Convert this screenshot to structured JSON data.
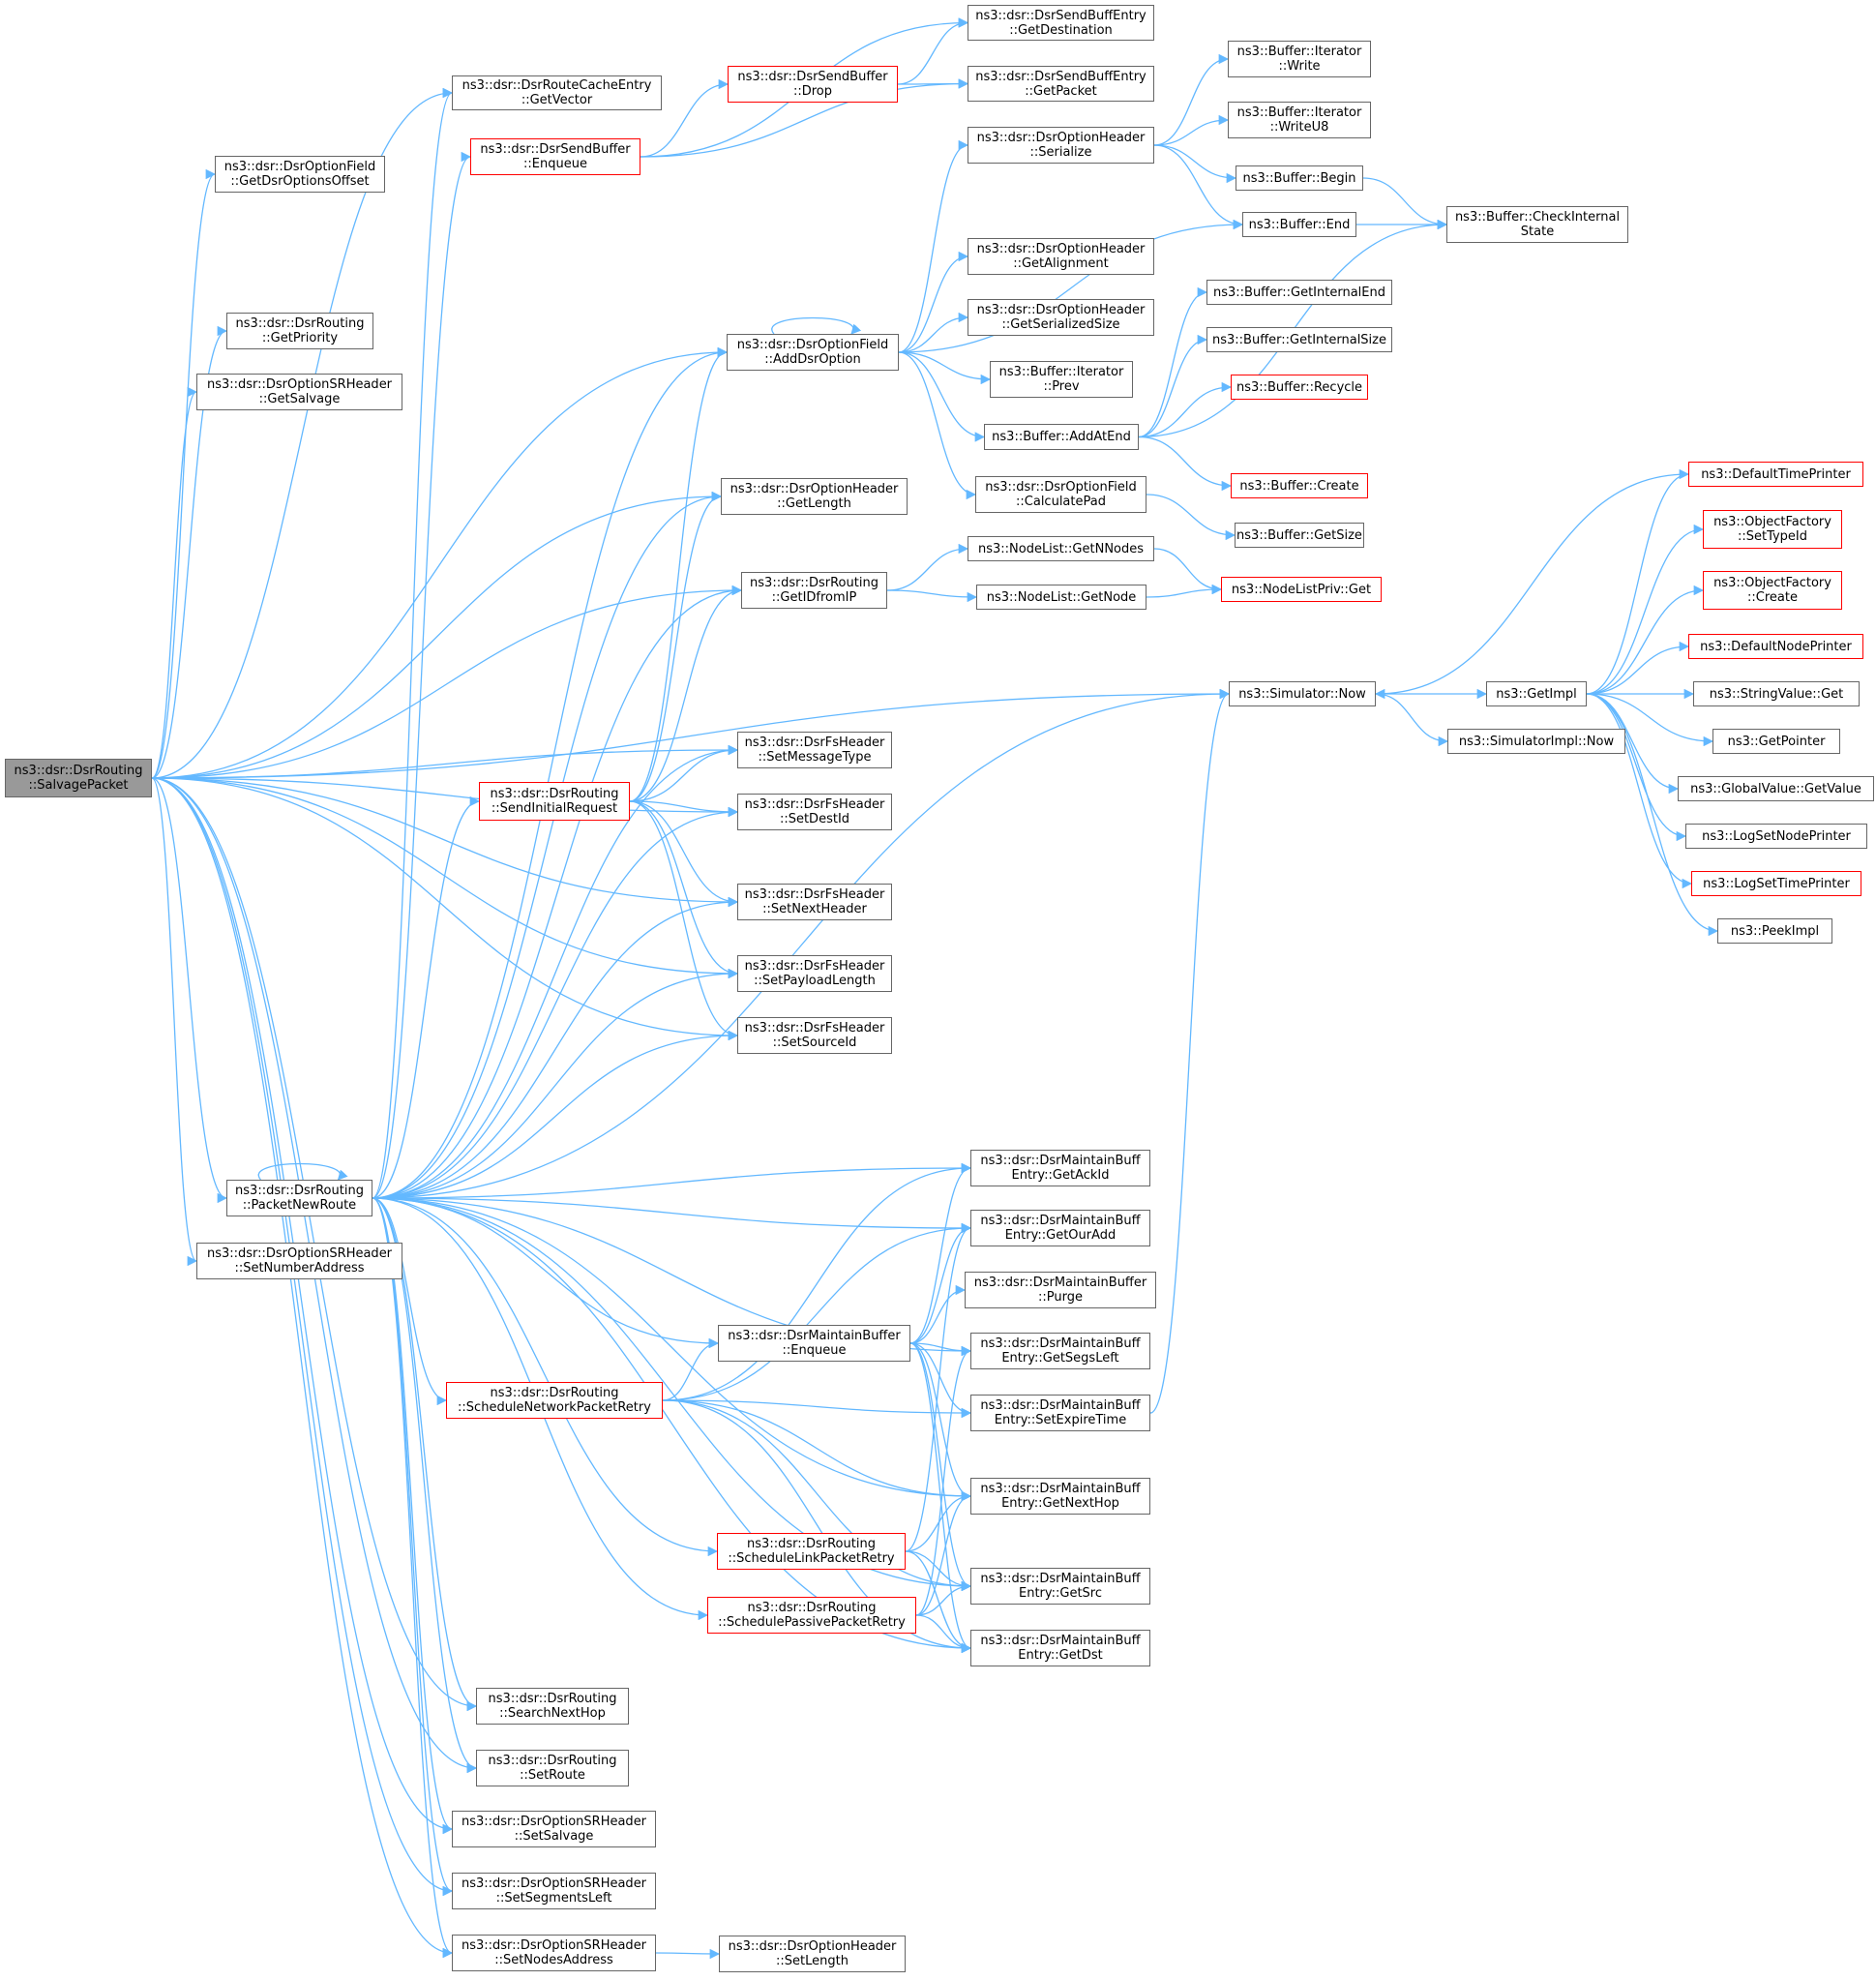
{
  "colors": {
    "edge": "#63b8ff",
    "node_border": "#666666",
    "red_border": "#ff0000",
    "root_fill": "#999999"
  },
  "nodes": [
    {
      "id": "salvage",
      "lines": [
        "ns3::dsr::DsrRouting",
        "::SalvagePacket"
      ],
      "root": true
    },
    {
      "id": "getvector",
      "lines": [
        "ns3::dsr::DsrRouteCacheEntry",
        "::GetVector"
      ]
    },
    {
      "id": "getdsroptoffset",
      "lines": [
        "ns3::dsr::DsrOptionField",
        "::GetDsrOptionsOffset"
      ]
    },
    {
      "id": "getpriority",
      "lines": [
        "ns3::dsr::DsrRouting",
        "::GetPriority"
      ]
    },
    {
      "id": "getsalvage",
      "lines": [
        "ns3::dsr::DsrOptionSRHeader",
        "::GetSalvage"
      ]
    },
    {
      "id": "packetnewroute",
      "lines": [
        "ns3::dsr::DsrRouting",
        "::PacketNewRoute"
      ]
    },
    {
      "id": "setnumberaddress",
      "lines": [
        "ns3::dsr::DsrOptionSRHeader",
        "::SetNumberAddress"
      ]
    },
    {
      "id": "sendbufenqueue",
      "lines": [
        "ns3::dsr::DsrSendBuffer",
        "::Enqueue"
      ],
      "red": true
    },
    {
      "id": "sendbufdrop",
      "lines": [
        "ns3::dsr::DsrSendBuffer",
        "::Drop"
      ],
      "red": true
    },
    {
      "id": "sbe_getdest",
      "lines": [
        "ns3::dsr::DsrSendBuffEntry",
        "::GetDestination"
      ]
    },
    {
      "id": "sbe_getpacket",
      "lines": [
        "ns3::dsr::DsrSendBuffEntry",
        "::GetPacket"
      ]
    },
    {
      "id": "adddsroption",
      "lines": [
        "ns3::dsr::DsrOptionField",
        "::AddDsrOption"
      ]
    },
    {
      "id": "ohdr_serialize",
      "lines": [
        "ns3::dsr::DsrOptionHeader",
        "::Serialize"
      ]
    },
    {
      "id": "ohdr_getalign",
      "lines": [
        "ns3::dsr::DsrOptionHeader",
        "::GetAlignment"
      ]
    },
    {
      "id": "ohdr_getsersize",
      "lines": [
        "ns3::dsr::DsrOptionHeader",
        "::GetSerializedSize"
      ]
    },
    {
      "id": "iter_prev",
      "lines": [
        "ns3::Buffer::Iterator",
        "::Prev"
      ]
    },
    {
      "id": "addatend",
      "lines": [
        "ns3::Buffer::AddAtEnd"
      ]
    },
    {
      "id": "calcpad",
      "lines": [
        "ns3::dsr::DsrOptionField",
        "::CalculatePad"
      ]
    },
    {
      "id": "iter_write",
      "lines": [
        "ns3::Buffer::Iterator",
        "::Write"
      ]
    },
    {
      "id": "iter_writeu8",
      "lines": [
        "ns3::Buffer::Iterator",
        "::WriteU8"
      ]
    },
    {
      "id": "buf_begin",
      "lines": [
        "ns3::Buffer::Begin"
      ]
    },
    {
      "id": "buf_end",
      "lines": [
        "ns3::Buffer::End"
      ]
    },
    {
      "id": "checkinternal",
      "lines": [
        "ns3::Buffer::CheckInternal",
        "State"
      ]
    },
    {
      "id": "getinternalend",
      "lines": [
        "ns3::Buffer::GetInternalEnd"
      ]
    },
    {
      "id": "getinternalsize",
      "lines": [
        "ns3::Buffer::GetInternalSize"
      ]
    },
    {
      "id": "buf_recycle",
      "lines": [
        "ns3::Buffer::Recycle"
      ],
      "red": true
    },
    {
      "id": "buf_create",
      "lines": [
        "ns3::Buffer::Create"
      ],
      "red": true
    },
    {
      "id": "buf_getsize",
      "lines": [
        "ns3::Buffer::GetSize"
      ]
    },
    {
      "id": "ohdr_getlength",
      "lines": [
        "ns3::dsr::DsrOptionHeader",
        "::GetLength"
      ]
    },
    {
      "id": "getidfromip",
      "lines": [
        "ns3::dsr::DsrRouting",
        "::GetIDfromIP"
      ]
    },
    {
      "id": "nl_getnnodes",
      "lines": [
        "ns3::NodeList::GetNNodes"
      ]
    },
    {
      "id": "nl_getnode",
      "lines": [
        "ns3::NodeList::GetNode"
      ]
    },
    {
      "id": "nlp_get",
      "lines": [
        "ns3::NodeListPriv::Get"
      ],
      "red": true
    },
    {
      "id": "sim_now",
      "lines": [
        "ns3::Simulator::Now"
      ]
    },
    {
      "id": "getimpl",
      "lines": [
        "ns3::GetImpl"
      ]
    },
    {
      "id": "simimpl_now",
      "lines": [
        "ns3::SimulatorImpl::Now"
      ]
    },
    {
      "id": "deftimeprinter",
      "lines": [
        "ns3::DefaultTimePrinter"
      ],
      "red": true
    },
    {
      "id": "of_settypeid",
      "lines": [
        "ns3::ObjectFactory",
        "::SetTypeId"
      ],
      "red": true
    },
    {
      "id": "of_create",
      "lines": [
        "ns3::ObjectFactory",
        "::Create"
      ],
      "red": true
    },
    {
      "id": "defnodeprinter",
      "lines": [
        "ns3::DefaultNodePrinter"
      ],
      "red": true
    },
    {
      "id": "sv_get",
      "lines": [
        "ns3::StringValue::Get"
      ]
    },
    {
      "id": "getpointer",
      "lines": [
        "ns3::GetPointer"
      ]
    },
    {
      "id": "gv_getvalue",
      "lines": [
        "ns3::GlobalValue::GetValue"
      ]
    },
    {
      "id": "logsetnodeprinter",
      "lines": [
        "ns3::LogSetNodePrinter"
      ]
    },
    {
      "id": "logsettimeprinter",
      "lines": [
        "ns3::LogSetTimePrinter"
      ],
      "red": true
    },
    {
      "id": "peekimpl",
      "lines": [
        "ns3::PeekImpl"
      ]
    },
    {
      "id": "sendinitialrequest",
      "lines": [
        "ns3::dsr::DsrRouting",
        "::SendInitialRequest"
      ],
      "red": true
    },
    {
      "id": "fs_setmsgtype",
      "lines": [
        "ns3::dsr::DsrFsHeader",
        "::SetMessageType"
      ]
    },
    {
      "id": "fs_setdestid",
      "lines": [
        "ns3::dsr::DsrFsHeader",
        "::SetDestId"
      ]
    },
    {
      "id": "fs_setnexthdr",
      "lines": [
        "ns3::dsr::DsrFsHeader",
        "::SetNextHeader"
      ]
    },
    {
      "id": "fs_setpayload",
      "lines": [
        "ns3::dsr::DsrFsHeader",
        "::SetPayloadLength"
      ]
    },
    {
      "id": "fs_setsourceid",
      "lines": [
        "ns3::dsr::DsrFsHeader",
        "::SetSourceId"
      ]
    },
    {
      "id": "mbe_getackid",
      "lines": [
        "ns3::dsr::DsrMaintainBuff",
        "Entry::GetAckId"
      ]
    },
    {
      "id": "mbe_getouradd",
      "lines": [
        "ns3::dsr::DsrMaintainBuff",
        "Entry::GetOurAdd"
      ]
    },
    {
      "id": "mb_purge",
      "lines": [
        "ns3::dsr::DsrMaintainBuffer",
        "::Purge"
      ]
    },
    {
      "id": "mb_enqueue",
      "lines": [
        "ns3::dsr::DsrMaintainBuffer",
        "::Enqueue"
      ]
    },
    {
      "id": "mbe_getsegsleft",
      "lines": [
        "ns3::dsr::DsrMaintainBuff",
        "Entry::GetSegsLeft"
      ]
    },
    {
      "id": "mbe_setexpire",
      "lines": [
        "ns3::dsr::DsrMaintainBuff",
        "Entry::SetExpireTime"
      ]
    },
    {
      "id": "sched_network",
      "lines": [
        "ns3::dsr::DsrRouting",
        "::ScheduleNetworkPacketRetry"
      ],
      "red": true
    },
    {
      "id": "mbe_getnexthop",
      "lines": [
        "ns3::dsr::DsrMaintainBuff",
        "Entry::GetNextHop"
      ]
    },
    {
      "id": "sched_link",
      "lines": [
        "ns3::dsr::DsrRouting",
        "::ScheduleLinkPacketRetry"
      ],
      "red": true
    },
    {
      "id": "mbe_getsrc",
      "lines": [
        "ns3::dsr::DsrMaintainBuff",
        "Entry::GetSrc"
      ]
    },
    {
      "id": "sched_passive",
      "lines": [
        "ns3::dsr::DsrRouting",
        "::SchedulePassivePacketRetry"
      ],
      "red": true
    },
    {
      "id": "mbe_getdst",
      "lines": [
        "ns3::dsr::DsrMaintainBuff",
        "Entry::GetDst"
      ]
    },
    {
      "id": "searchnexthop",
      "lines": [
        "ns3::dsr::DsrRouting",
        "::SearchNextHop"
      ]
    },
    {
      "id": "setroute",
      "lines": [
        "ns3::dsr::DsrRouting",
        "::SetRoute"
      ]
    },
    {
      "id": "sr_setsalvage",
      "lines": [
        "ns3::dsr::DsrOptionSRHeader",
        "::SetSalvage"
      ]
    },
    {
      "id": "sr_setsegleft",
      "lines": [
        "ns3::dsr::DsrOptionSRHeader",
        "::SetSegmentsLeft"
      ]
    },
    {
      "id": "sr_setnodesaddr",
      "lines": [
        "ns3::dsr::DsrOptionSRHeader",
        "::SetNodesAddress"
      ]
    },
    {
      "id": "ohdr_setlength",
      "lines": [
        "ns3::dsr::DsrOptionHeader",
        "::SetLength"
      ]
    }
  ],
  "edges": [
    [
      "salvage",
      "getvector"
    ],
    [
      "salvage",
      "getdsroptoffset"
    ],
    [
      "salvage",
      "getpriority"
    ],
    [
      "salvage",
      "getsalvage"
    ],
    [
      "salvage",
      "adddsroption"
    ],
    [
      "salvage",
      "ohdr_getlength"
    ],
    [
      "salvage",
      "getidfromip"
    ],
    [
      "salvage",
      "sim_now"
    ],
    [
      "salvage",
      "fs_setmsgtype"
    ],
    [
      "salvage",
      "fs_setdestid"
    ],
    [
      "salvage",
      "fs_setnexthdr"
    ],
    [
      "salvage",
      "fs_setpayload"
    ],
    [
      "salvage",
      "fs_setsourceid"
    ],
    [
      "salvage",
      "packetnewroute"
    ],
    [
      "salvage",
      "setnumberaddress"
    ],
    [
      "salvage",
      "searchnexthop"
    ],
    [
      "salvage",
      "setroute"
    ],
    [
      "salvage",
      "sr_setsalvage"
    ],
    [
      "salvage",
      "sr_setsegleft"
    ],
    [
      "salvage",
      "sr_setnodesaddr"
    ],
    [
      "sendbufenqueue",
      "sendbufdrop"
    ],
    [
      "sendbufenqueue",
      "sbe_getdest"
    ],
    [
      "sendbufenqueue",
      "sbe_getpacket"
    ],
    [
      "sendbufdrop",
      "sbe_getdest"
    ],
    [
      "sendbufdrop",
      "sbe_getpacket"
    ],
    [
      "adddsroption",
      "adddsroption"
    ],
    [
      "adddsroption",
      "ohdr_serialize"
    ],
    [
      "adddsroption",
      "buf_end"
    ],
    [
      "adddsroption",
      "ohdr_getalign"
    ],
    [
      "adddsroption",
      "ohdr_getsersize"
    ],
    [
      "adddsroption",
      "iter_prev"
    ],
    [
      "adddsroption",
      "addatend"
    ],
    [
      "adddsroption",
      "calcpad"
    ],
    [
      "ohdr_serialize",
      "iter_write"
    ],
    [
      "ohdr_serialize",
      "iter_writeu8"
    ],
    [
      "ohdr_serialize",
      "buf_begin"
    ],
    [
      "ohdr_serialize",
      "buf_end"
    ],
    [
      "buf_begin",
      "checkinternal"
    ],
    [
      "buf_end",
      "checkinternal"
    ],
    [
      "addatend",
      "getinternalend"
    ],
    [
      "addatend",
      "getinternalsize"
    ],
    [
      "addatend",
      "buf_recycle"
    ],
    [
      "addatend",
      "buf_create"
    ],
    [
      "addatend",
      "checkinternal"
    ],
    [
      "calcpad",
      "buf_getsize"
    ],
    [
      "getidfromip",
      "nl_getnnodes"
    ],
    [
      "getidfromip",
      "nl_getnode"
    ],
    [
      "nl_getnnodes",
      "nlp_get"
    ],
    [
      "nl_getnode",
      "nlp_get"
    ],
    [
      "sim_now",
      "getimpl"
    ],
    [
      "sim_now",
      "simimpl_now"
    ],
    [
      "deftimeprinter",
      "sim_now"
    ],
    [
      "getimpl",
      "deftimeprinter"
    ],
    [
      "getimpl",
      "of_settypeid"
    ],
    [
      "getimpl",
      "of_create"
    ],
    [
      "getimpl",
      "defnodeprinter"
    ],
    [
      "getimpl",
      "sv_get"
    ],
    [
      "getimpl",
      "getpointer"
    ],
    [
      "getimpl",
      "gv_getvalue"
    ],
    [
      "getimpl",
      "logsetnodeprinter"
    ],
    [
      "getimpl",
      "logsettimeprinter"
    ],
    [
      "getimpl",
      "peekimpl"
    ],
    [
      "sendinitialrequest",
      "adddsroption"
    ],
    [
      "sendinitialrequest",
      "ohdr_getlength"
    ],
    [
      "sendinitialrequest",
      "getidfromip"
    ],
    [
      "sendinitialrequest",
      "fs_setmsgtype"
    ],
    [
      "sendinitialrequest",
      "fs_setdestid"
    ],
    [
      "sendinitialrequest",
      "fs_setnexthdr"
    ],
    [
      "sendinitialrequest",
      "fs_setpayload"
    ],
    [
      "sendinitialrequest",
      "fs_setsourceid"
    ],
    [
      "packetnewroute",
      "packetnewroute"
    ],
    [
      "packetnewroute",
      "getvector"
    ],
    [
      "packetnewroute",
      "sendbufenqueue"
    ],
    [
      "packetnewroute",
      "adddsroption"
    ],
    [
      "packetnewroute",
      "ohdr_getlength"
    ],
    [
      "packetnewroute",
      "getidfromip"
    ],
    [
      "packetnewroute",
      "sim_now"
    ],
    [
      "packetnewroute",
      "sendinitialrequest"
    ],
    [
      "packetnewroute",
      "fs_setmsgtype"
    ],
    [
      "packetnewroute",
      "fs_setdestid"
    ],
    [
      "packetnewroute",
      "fs_setnexthdr"
    ],
    [
      "packetnewroute",
      "fs_setpayload"
    ],
    [
      "packetnewroute",
      "fs_setsourceid"
    ],
    [
      "packetnewroute",
      "mbe_getackid"
    ],
    [
      "packetnewroute",
      "mbe_getouradd"
    ],
    [
      "packetnewroute",
      "mb_enqueue"
    ],
    [
      "packetnewroute",
      "mbe_getsegsleft"
    ],
    [
      "packetnewroute",
      "sched_network"
    ],
    [
      "packetnewroute",
      "mbe_getnexthop"
    ],
    [
      "packetnewroute",
      "sched_link"
    ],
    [
      "packetnewroute",
      "sched_passive"
    ],
    [
      "packetnewroute",
      "mbe_getsrc"
    ],
    [
      "packetnewroute",
      "mbe_getdst"
    ],
    [
      "packetnewroute",
      "searchnexthop"
    ],
    [
      "packetnewroute",
      "setroute"
    ],
    [
      "packetnewroute",
      "sr_setsalvage"
    ],
    [
      "packetnewroute",
      "sr_setsegleft"
    ],
    [
      "packetnewroute",
      "sr_setnodesaddr"
    ],
    [
      "mb_enqueue",
      "mb_purge"
    ],
    [
      "mb_enqueue",
      "mbe_getackid"
    ],
    [
      "mb_enqueue",
      "mbe_getouradd"
    ],
    [
      "mb_enqueue",
      "mbe_getsegsleft"
    ],
    [
      "mb_enqueue",
      "mbe_setexpire"
    ],
    [
      "mb_enqueue",
      "mbe_getnexthop"
    ],
    [
      "mb_enqueue",
      "mbe_getsrc"
    ],
    [
      "mb_enqueue",
      "mbe_getdst"
    ],
    [
      "mbe_setexpire",
      "sim_now"
    ],
    [
      "sched_network",
      "mbe_getackid"
    ],
    [
      "sched_network",
      "mbe_getouradd"
    ],
    [
      "sched_network",
      "mb_enqueue"
    ],
    [
      "sched_network",
      "mbe_setexpire"
    ],
    [
      "sched_network",
      "mbe_getnexthop"
    ],
    [
      "sched_network",
      "mbe_getsrc"
    ],
    [
      "sched_network",
      "mbe_getdst"
    ],
    [
      "sched_link",
      "mbe_getouradd"
    ],
    [
      "sched_link",
      "mbe_getnexthop"
    ],
    [
      "sched_link",
      "mbe_getsrc"
    ],
    [
      "sched_link",
      "mbe_getdst"
    ],
    [
      "sched_passive",
      "mbe_getsegsleft"
    ],
    [
      "sched_passive",
      "mbe_getnexthop"
    ],
    [
      "sched_passive",
      "mbe_getsrc"
    ],
    [
      "sched_passive",
      "mbe_getdst"
    ],
    [
      "sr_setnodesaddr",
      "ohdr_setlength"
    ]
  ]
}
